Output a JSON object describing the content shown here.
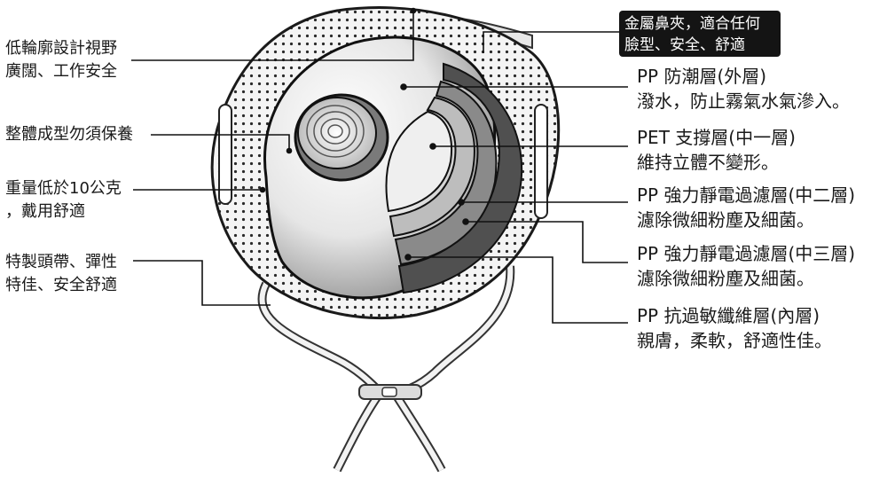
{
  "left_labels": [
    {
      "line1": "低輪廓設計視野",
      "line2": "廣闊、工作安全"
    },
    {
      "line1": "整體成型勿須保養",
      "line2": ""
    },
    {
      "line1": "重量低於10公克",
      "line2": "，戴用舒適"
    },
    {
      "line1": "特製頭帶、彈性",
      "line2": "特佳、安全舒適"
    }
  ],
  "top_tag": {
    "line1": "金屬鼻夾，適合任何",
    "line2": "臉型、安全、舒適"
  },
  "layers": [
    {
      "title": "PP  防潮層(外層)",
      "desc": "潑水，防止霧氣水氣滲入。"
    },
    {
      "title": "PET  支撐層(中一層)",
      "desc": "維持立體不變形。"
    },
    {
      "title": "PP  強力靜電過濾層(中二層)",
      "desc": "濾除微細粉塵及細菌。"
    },
    {
      "title": "PP  強力靜電過濾層(中三層)",
      "desc": "濾除微細粉塵及細菌。"
    },
    {
      "title": "PP  抗過敏纖維層(內層)",
      "desc": "親膚，柔軟，舒適性佳。"
    }
  ]
}
